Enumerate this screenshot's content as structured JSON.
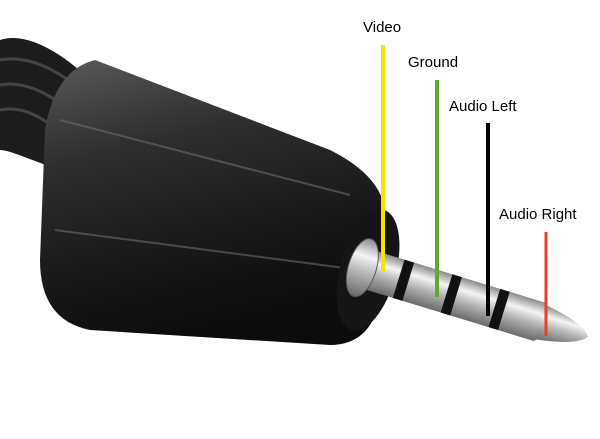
{
  "labels": {
    "video": "Video",
    "ground": "Ground",
    "audio_left": "Audio Left",
    "audio_right": "Audio Right"
  },
  "colors": {
    "video": "#f2e600",
    "ground": "#6aa531",
    "audio_left": "#000000",
    "audio_right": "#e8401c"
  }
}
